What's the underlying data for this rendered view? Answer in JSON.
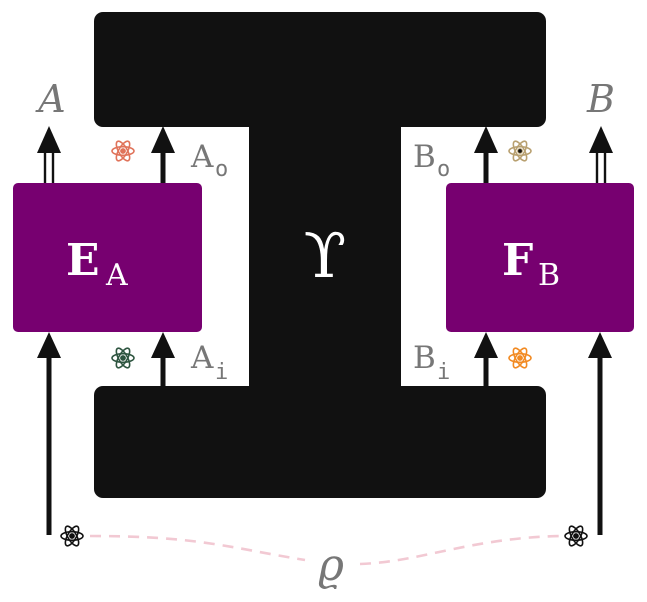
{
  "labels": {
    "output_a": "A",
    "output_b": "B",
    "port_a_out_main": "A",
    "port_a_out_sub": "o",
    "port_a_in_main": "A",
    "port_a_in_sub": "i",
    "port_b_out_main": "B",
    "port_b_out_sub": "o",
    "port_b_in_main": "B",
    "port_b_in_sub": "i",
    "box_left_main": "E",
    "box_left_sub": "A",
    "box_right_main": "F",
    "box_right_sub": "B",
    "center_symbol": "ϒ",
    "state_symbol": "ϱ"
  },
  "colors": {
    "black": "#111111",
    "purple": "#770070",
    "gray_text": "#777777",
    "dashed_link": "#f2c9d3",
    "atom_top_left": "#e0735a",
    "atom_bottom_left": "#2e5540",
    "atom_top_right": "#b8a070",
    "atom_bottom_right": "#f28a22",
    "atom_ends": "#111111"
  },
  "icons": [
    "atom-icon",
    "arrow-up-icon",
    "double-arrow-up-icon"
  ]
}
